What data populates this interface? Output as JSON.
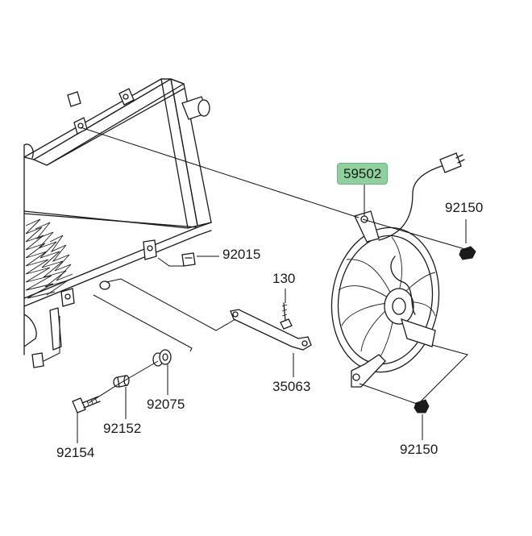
{
  "diagram": {
    "part_labels": {
      "fan_assembly": "59502",
      "nut_upper": "92150",
      "clip_radiator": "92015",
      "bolt_130": "130",
      "bracket": "35063",
      "grommet": "92075",
      "collar": "92152",
      "bolt_long": "92154",
      "nut_lower": "92150"
    },
    "highlight_color": "#8fd19e"
  }
}
